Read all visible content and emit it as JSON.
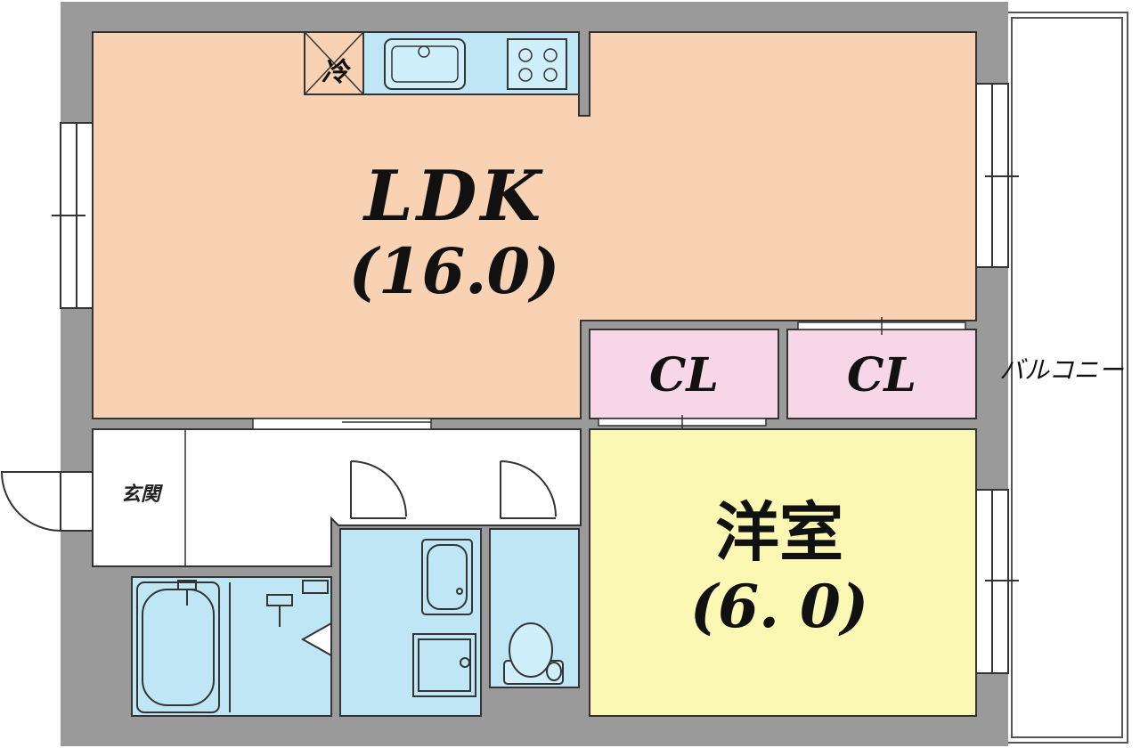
{
  "rooms": {
    "ldk": {
      "name": "LDK",
      "size": "(16.0)"
    },
    "closet_1": {
      "name": "CL"
    },
    "closet_2": {
      "name": "CL"
    },
    "yoshitsu": {
      "name": "洋室",
      "size": "(6. 0)"
    },
    "genkan": {
      "name": "玄関"
    },
    "balcony": {
      "name": "バルコニー"
    }
  },
  "fixtures": {
    "fridge_label": "冷"
  },
  "colors": {
    "wall": "#9a9a9a",
    "ldk": "#f9d2b3",
    "closet": "#f7d6e8",
    "yoshitsu": "#fbf8b3",
    "wet_area": "#bfe6f5",
    "corridor": "#ffffff"
  }
}
